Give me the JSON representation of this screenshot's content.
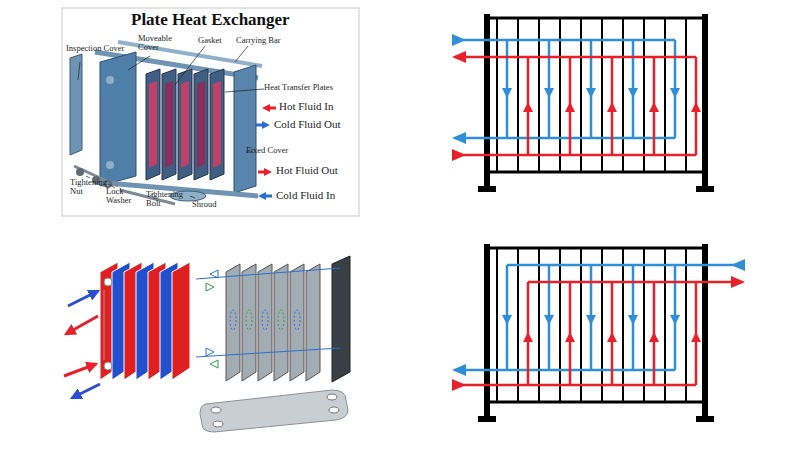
{
  "diagram": {
    "title": "Plate Heat Exchanger",
    "labels": [
      "Inspection Cover",
      "Moveable Cover",
      "Gasket",
      "Carrying Bar",
      "Heat Transfer Plates",
      "Hot Fluid In",
      "Cold Fluid Out",
      "Fixed Cover",
      "Hot Fluid Out",
      "Cold Fluid In",
      "Tightening Nut",
      "Lock Washer",
      "Tightening Bolt",
      "Shroud"
    ]
  }
}
